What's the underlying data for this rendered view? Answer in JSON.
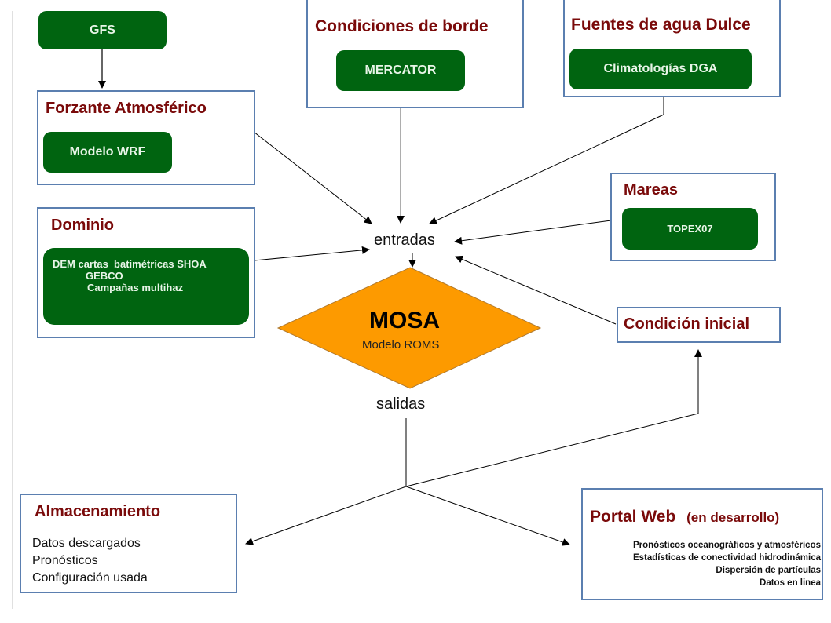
{
  "colors": {
    "frame_border": "#5b7fb0",
    "title_red": "#7a0a0a",
    "pill_green": "#006410",
    "pill_text": "#e8f5e8",
    "diamond_orange": "#fd9a00"
  },
  "nodes": {
    "gfs": {
      "label": "GFS"
    },
    "forzante": {
      "title": "Forzante Atmosférico",
      "pill": "Modelo WRF"
    },
    "condiciones_borde": {
      "title": "Condiciones de borde",
      "pill": "MERCATOR"
    },
    "fuentes_agua": {
      "title": "Fuentes de agua Dulce",
      "pill": "Climatologías DGA"
    },
    "mareas": {
      "title": "Mareas",
      "pill": "TOPEX07"
    },
    "dominio": {
      "title": "Dominio",
      "pill_lines": [
        "DEM cartas  batimétricas SHOA",
        "GEBCO",
        "Campañas multihaz"
      ]
    },
    "condicion_inicial": {
      "title": "Condición inicial"
    },
    "mosa": {
      "title": "MOSA",
      "subtitle": "Modelo ROMS"
    },
    "entradas": {
      "label": "entradas"
    },
    "salidas": {
      "label": "salidas"
    },
    "almacenamiento": {
      "title": "Almacenamiento",
      "items": [
        "Datos descargados",
        "Pronósticos",
        "Configuración usada"
      ]
    },
    "portal_web": {
      "title": "Portal Web",
      "title_note": "(en desarrollo)",
      "items": [
        "Pronósticos oceanográficos y atmosféricos",
        "Estadísticas de conectividad hidrodinámica",
        "Dispersión de partículas",
        "Datos en linea"
      ]
    }
  },
  "edges": [
    {
      "from": "GFS",
      "to": "Forzante Atmosférico"
    },
    {
      "from": "Forzante Atmosférico",
      "to": "entradas"
    },
    {
      "from": "Condiciones de borde",
      "to": "entradas"
    },
    {
      "from": "Fuentes de agua Dulce",
      "to": "entradas"
    },
    {
      "from": "Mareas",
      "to": "entradas"
    },
    {
      "from": "Dominio",
      "to": "entradas"
    },
    {
      "from": "Condición inicial",
      "to": "entradas"
    },
    {
      "from": "entradas",
      "to": "MOSA"
    },
    {
      "from": "salidas",
      "to": "Almacenamiento"
    },
    {
      "from": "salidas",
      "to": "Portal Web"
    },
    {
      "from": "salidas",
      "to": "Condición inicial"
    }
  ]
}
